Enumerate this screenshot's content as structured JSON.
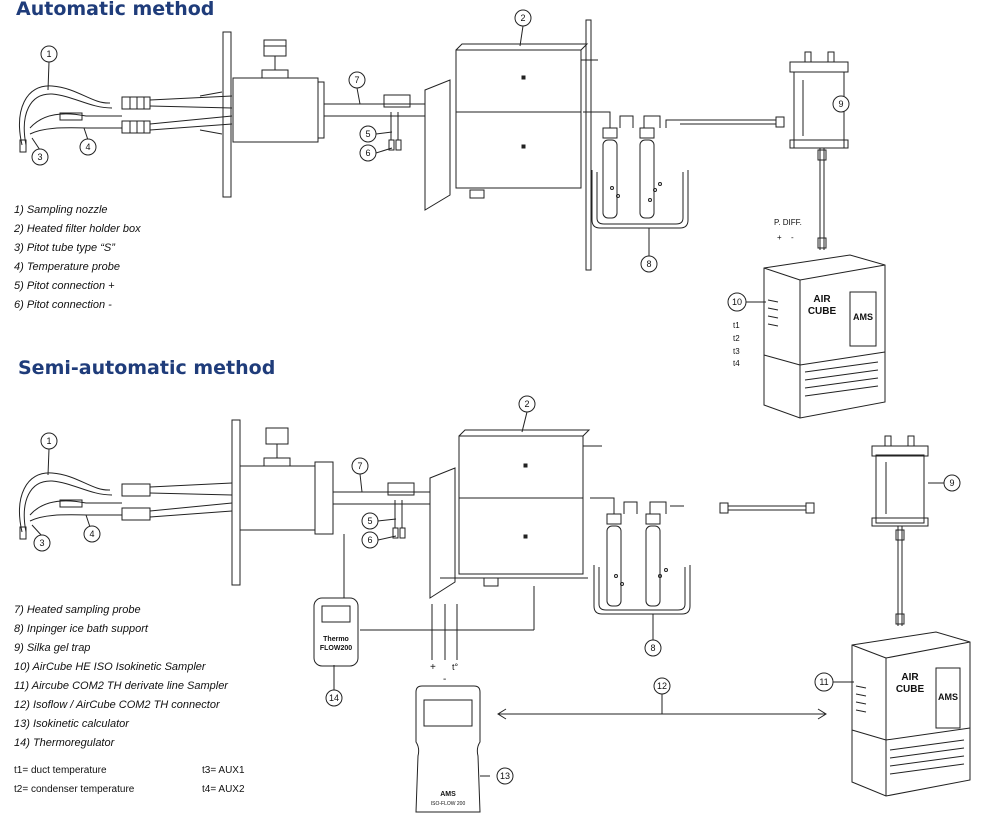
{
  "auto": {
    "title": "Automatic method",
    "legend": [
      "1) Sampling nozzle",
      "2) Heated filter holder box",
      "3) Pitot tube type “S”",
      "4) Temperature probe",
      "5) Pitot connection +",
      "6) Pitot connection -"
    ],
    "callouts": [
      "1",
      "2",
      "3",
      "4",
      "5",
      "6",
      "7",
      "8",
      "9",
      "10"
    ],
    "pdiff": "P. DIFF.",
    "plus": "+",
    "minus": "-",
    "t_labels": [
      "t1",
      "t2",
      "t3",
      "t4"
    ]
  },
  "semi": {
    "title": "Semi-automatic method",
    "legend": [
      "7) Heated sampling probe",
      "8) Inpinger ice bath support",
      "9) Silka gel trap",
      "10) AirCube HE ISO Isokinetic Sampler",
      "11) Aircube COM2 TH derivate line Sampler",
      "12) Isoflow / AirCube COM2 TH connector",
      "13) Isokinetic calculator",
      "14) Thermoregulator"
    ],
    "callouts": [
      "1",
      "2",
      "3",
      "4",
      "5",
      "6",
      "7",
      "8",
      "9",
      "11",
      "12",
      "13",
      "14"
    ],
    "plus": "+",
    "minus": "-",
    "t_deg": "t°",
    "thermo_line1": "Thermo",
    "thermo_line2": "FLOW200",
    "device_brand": "AMS",
    "device_model": "ISO-FLOW 200"
  },
  "temps": {
    "t1": "t1= duct temperature",
    "t2": "t2= condenser temperature",
    "t3": "t3= AUX1",
    "t4": "t4= AUX2"
  },
  "cube": {
    "line1": "AIR",
    "line2": "CUBE",
    "brand": "AMS"
  },
  "colors": {
    "title": "#1f3c7a",
    "line": "#222222"
  }
}
